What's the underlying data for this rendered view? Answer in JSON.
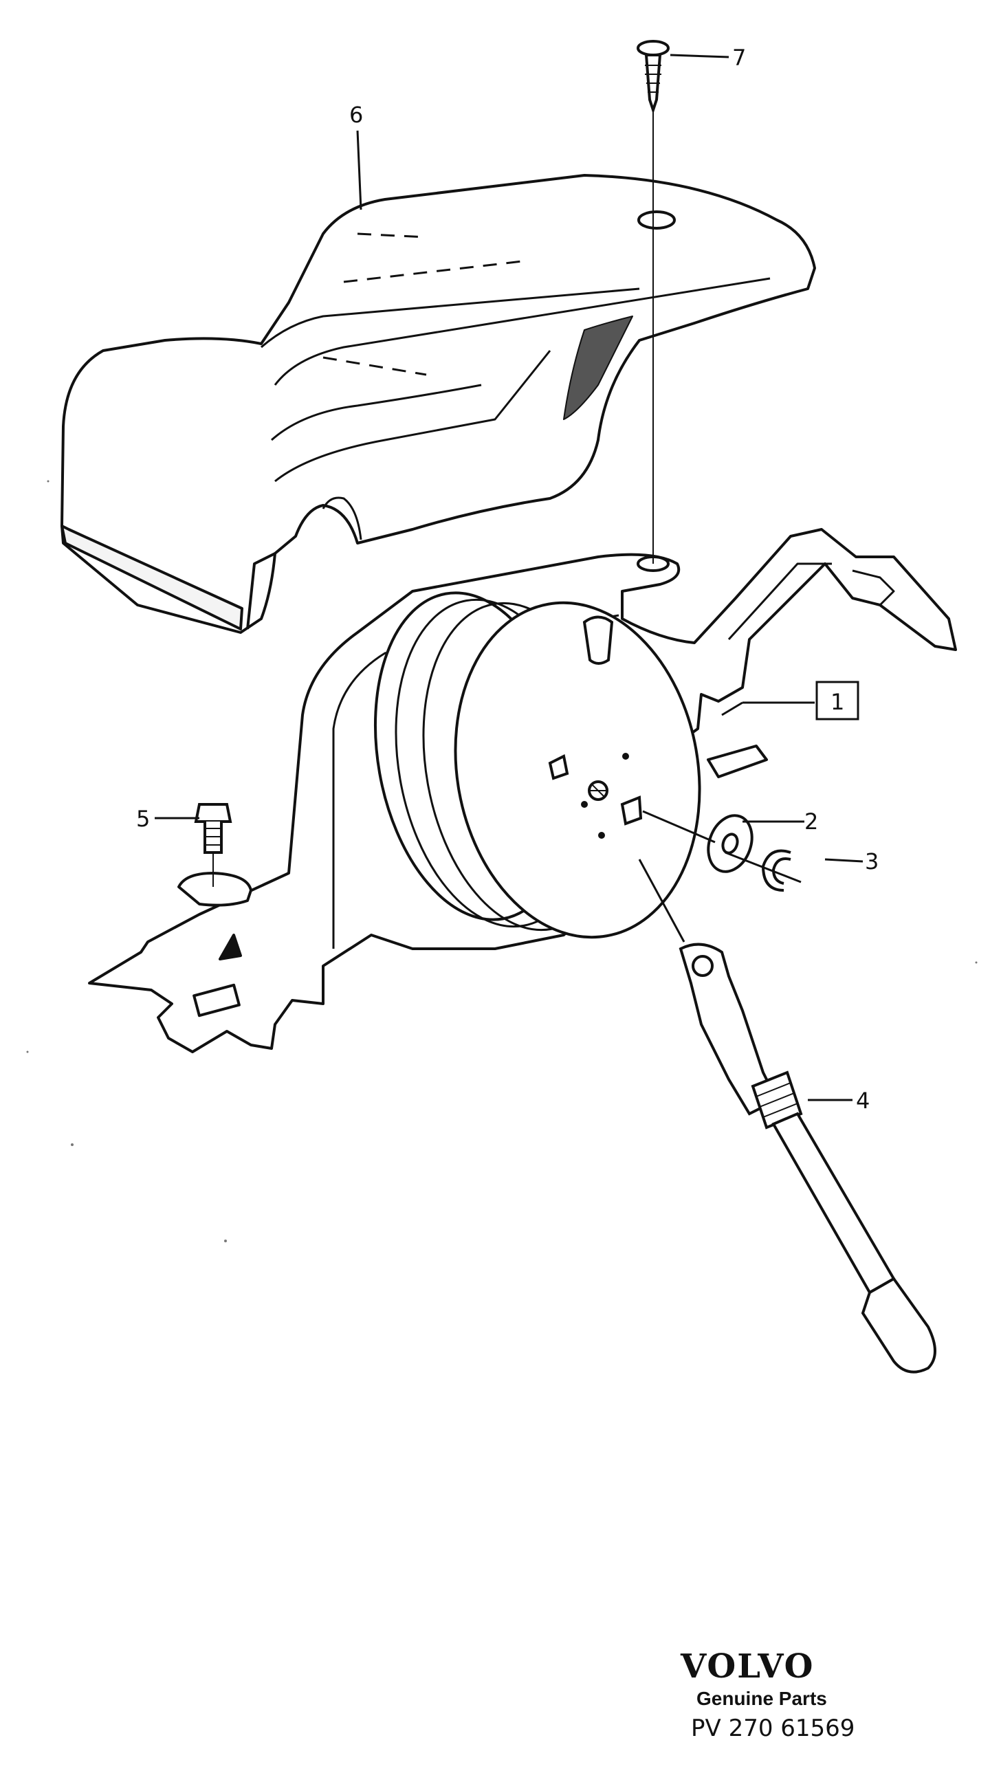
{
  "callouts": {
    "p1": "1",
    "p2": "2",
    "p3": "3",
    "p4": "4",
    "p5": "5",
    "p6": "6",
    "p7": "7"
  },
  "brand": {
    "logo": "VOLVO",
    "subtitle": "Genuine Parts",
    "doc_number": "PV 270 61569"
  }
}
